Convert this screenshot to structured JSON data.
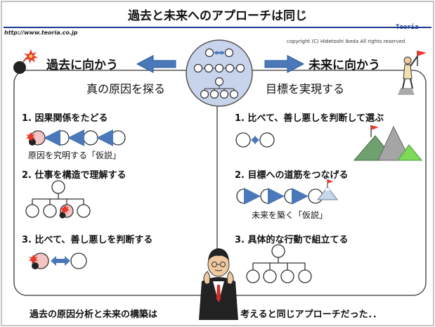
{
  "header": {
    "title": "過去と未来へのアプローチは同じ",
    "url": "http://www.teoria.co.jp",
    "copyright": "copyright (C)  Hidetoshi  Ikeda  All rights reserved",
    "logo": "Teoria"
  },
  "left": {
    "heading": "過去に向かう",
    "subheading": "真の原因を探る",
    "items": [
      {
        "label": "1. 因果関係をたどる",
        "caption": "原因を究明する「仮説」"
      },
      {
        "label": "2. 仕事を構造で理解する"
      },
      {
        "label": "3. 比べて、善し悪しを判断する"
      }
    ]
  },
  "right": {
    "heading": "未来に向かう",
    "subheading": "目標を実現する",
    "items": [
      {
        "label": "1. 比べて、善し悪しを判断して選ぶ"
      },
      {
        "label": "2. 目標への道筋をつなげる",
        "caption": "未来を築く「仮説」"
      },
      {
        "label": "3. 具体的な行動で組立てる"
      }
    ]
  },
  "footer": {
    "left": "過去の原因分析と未来の構築は",
    "right": "考えると同じアプローチだった．．"
  },
  "colors": {
    "accent": "#1e3c8c",
    "arrow": "#4a78b8",
    "cause": "#f4c4c4",
    "hub": "#c8d4ec"
  }
}
